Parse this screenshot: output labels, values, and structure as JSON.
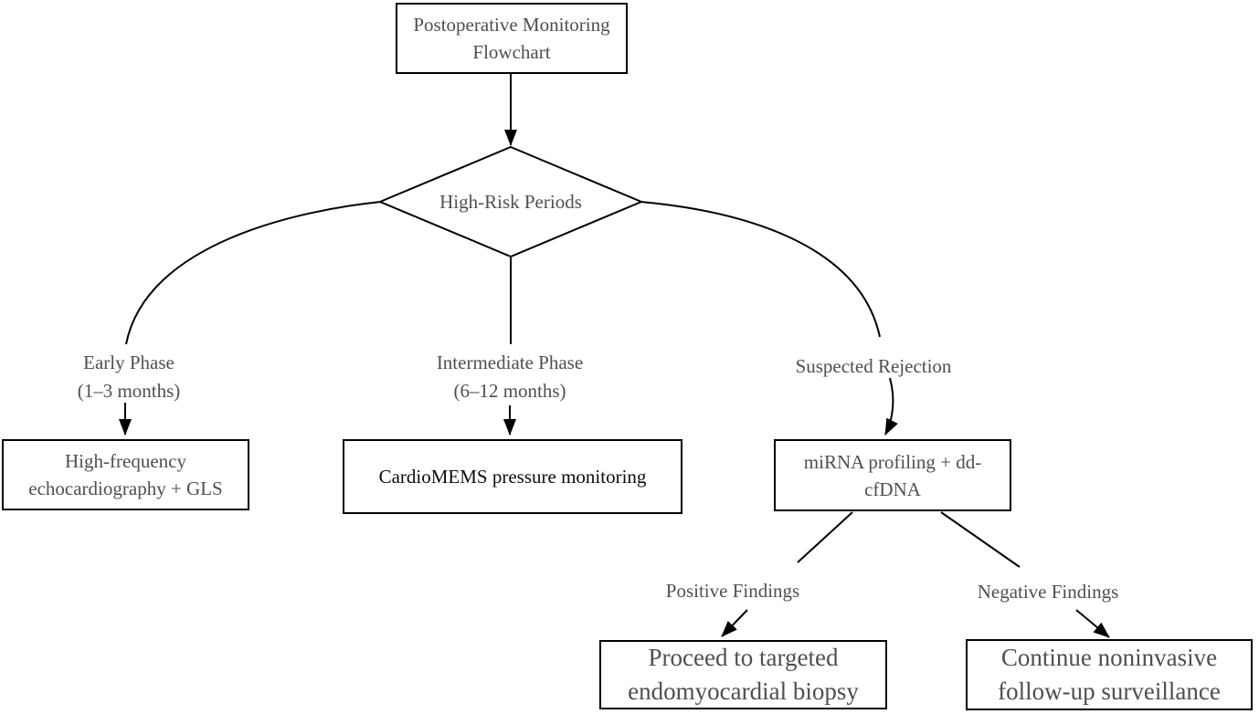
{
  "diagram": {
    "title": "Postoperative Monitoring Flowchart",
    "colors": {
      "line": "#000000",
      "border": "#000000",
      "text_gray": "#4f4f4f",
      "text_black": "#0d0d0d",
      "background": "#ffffff"
    },
    "nodes": {
      "start": {
        "type": "process",
        "lines": [
          "Postoperative Monitoring",
          "Flowchart"
        ]
      },
      "decision": {
        "type": "decision",
        "label": "High-Risk Periods"
      },
      "early_action": {
        "type": "process",
        "lines": [
          "High-frequency",
          "echocardiography + GLS"
        ]
      },
      "intermediate_action": {
        "type": "process",
        "lines": [
          "CardioMEMS pressure monitoring"
        ]
      },
      "rejection_action": {
        "type": "process",
        "lines": [
          "miRNA profiling + dd-",
          "cfDNA"
        ]
      },
      "biopsy": {
        "type": "process",
        "lines": [
          "Proceed to targeted",
          "endomyocardial biopsy"
        ]
      },
      "surveillance": {
        "type": "process",
        "lines": [
          "Continue noninvasive",
          "follow-up surveillance"
        ]
      }
    },
    "edge_labels": {
      "early": {
        "lines": [
          "Early Phase",
          "(1–3 months)"
        ]
      },
      "intermediate": {
        "lines": [
          "Intermediate Phase",
          "(6–12 months)"
        ]
      },
      "rejection": {
        "lines": [
          "Suspected Rejection"
        ]
      },
      "positive": {
        "lines": [
          "Positive Findings"
        ]
      },
      "negative": {
        "lines": [
          "Negative Findings"
        ]
      }
    }
  }
}
